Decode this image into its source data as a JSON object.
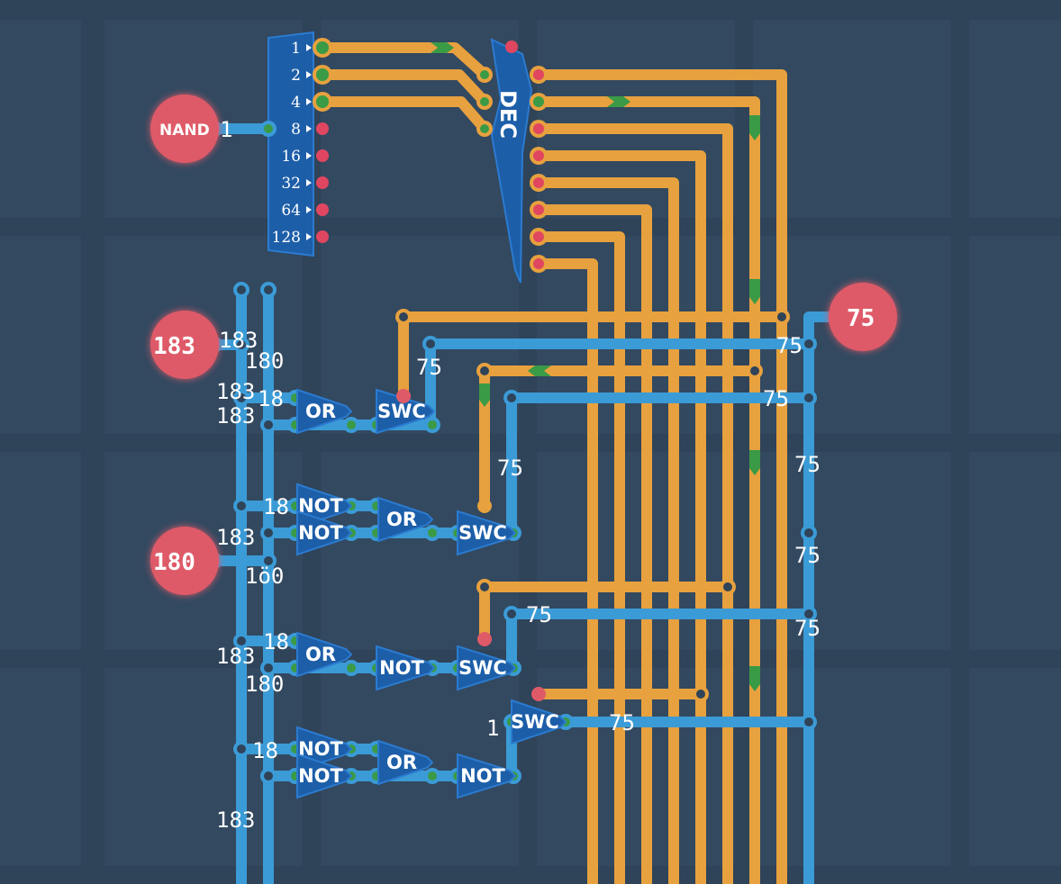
{
  "palette": {
    "background": "#2f4359",
    "tile": "#334960",
    "wire_orange": "#e7a13e",
    "wire_blue": "#3b9bd6",
    "component": "#1d5ea8",
    "component_edge": "#2b7bd0",
    "io_red": "#df5a68",
    "pin_green": "#3a9a46",
    "pin_red": "#e04660"
  },
  "inputs": {
    "nand_label": "NAND",
    "nand_value": "1",
    "in183_value": "183",
    "in180_value": "180"
  },
  "output": {
    "value": "75"
  },
  "byte_splitter": {
    "pins": [
      "1",
      "2",
      "4",
      "8",
      "16",
      "32",
      "64",
      "128"
    ]
  },
  "decoder": {
    "label": "DEC"
  },
  "gates": {
    "or_label": "OR",
    "not_label": "NOT",
    "swc_label": "SWC"
  },
  "wire_values": {
    "v183": "183",
    "v180": "180",
    "v75": "75",
    "v18_partial": "18",
    "v180_partial": "1ö0",
    "v1_partial": "1",
    "v75_partial": "75"
  }
}
